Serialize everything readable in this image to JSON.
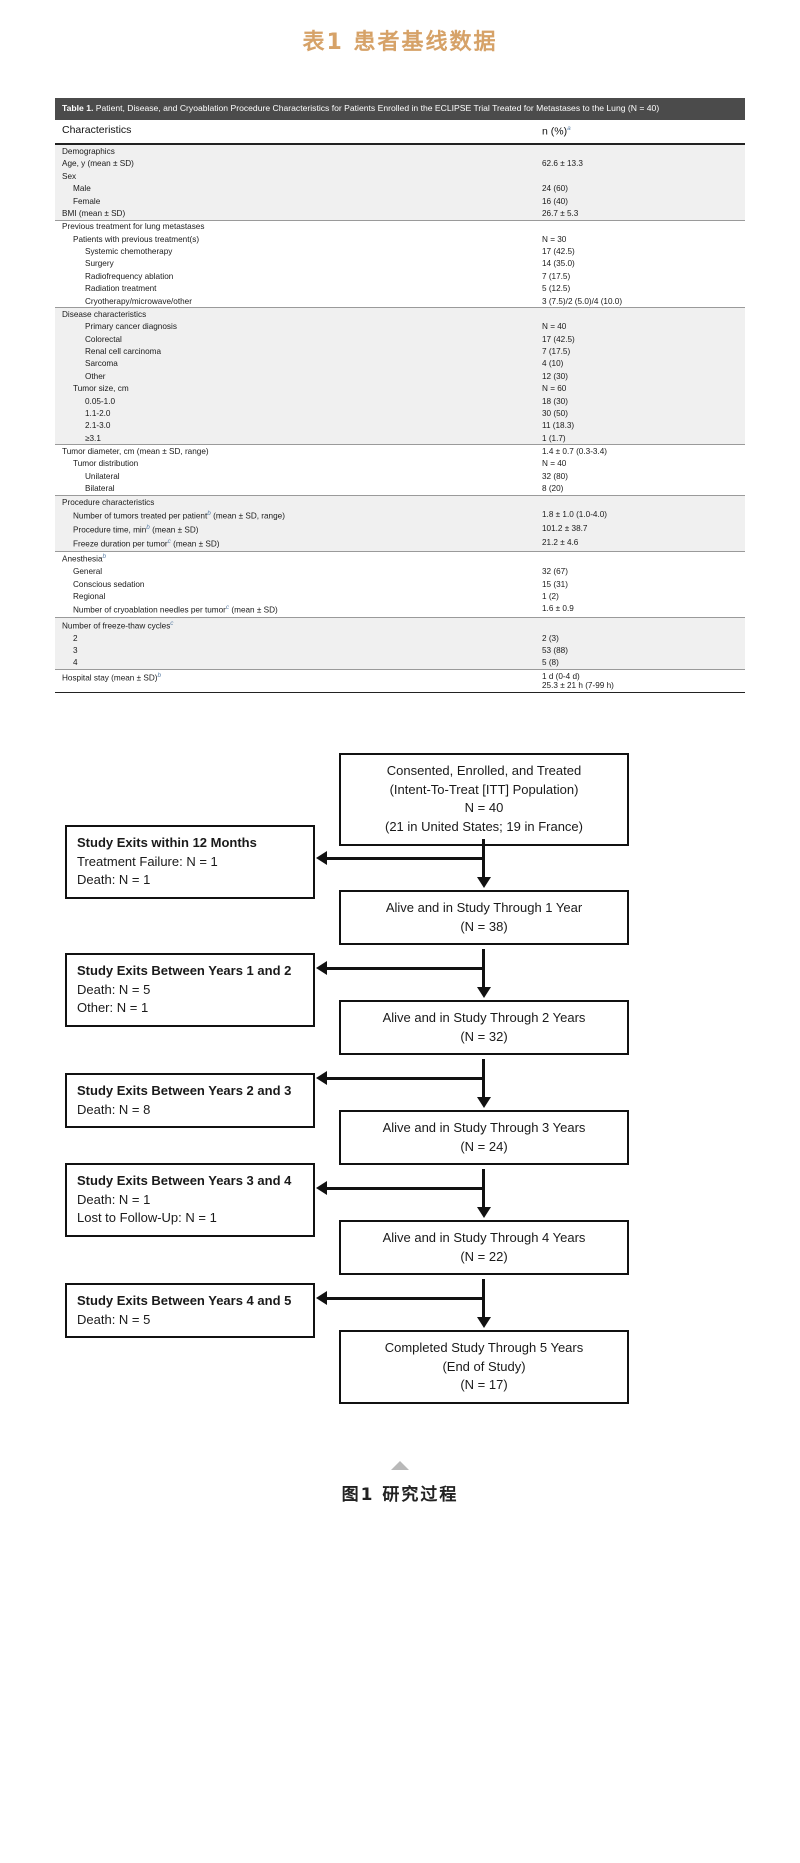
{
  "headings": {
    "table_title_cn": "表1  患者基线数据",
    "figure_caption_cn": "图1  研究过程"
  },
  "table": {
    "caption_label": "Table 1.",
    "caption_text": " Patient, Disease, and Cryoablation Procedure Characteristics for Patients Enrolled in the ECLIPSE Trial Treated for Metastases to the Lung (N = 40)",
    "columns": [
      "Characteristics",
      "n (%)"
    ],
    "col2_footnote": "a",
    "rows": [
      {
        "label": "Demographics",
        "value": "",
        "indent": 0,
        "shade": true,
        "rule": true
      },
      {
        "label": "Age, y (mean ± SD)",
        "value": "62.6 ± 13.3",
        "indent": 0,
        "shade": true
      },
      {
        "label": "Sex",
        "value": "",
        "indent": 0,
        "shade": true
      },
      {
        "label": "Male",
        "value": "24 (60)",
        "indent": 1,
        "shade": true
      },
      {
        "label": "Female",
        "value": "16 (40)",
        "indent": 1,
        "shade": true
      },
      {
        "label": "BMI (mean ± SD)",
        "value": "26.7 ± 5.3",
        "indent": 0,
        "shade": true
      },
      {
        "label": "Previous treatment for lung metastases",
        "value": "",
        "indent": 0,
        "shade": false,
        "rule": true
      },
      {
        "label": "Patients with previous treatment(s)",
        "value": "N = 30",
        "indent": 1,
        "shade": false
      },
      {
        "label": "Systemic chemotherapy",
        "value": "17 (42.5)",
        "indent": 2,
        "shade": false
      },
      {
        "label": "Surgery",
        "value": "14 (35.0)",
        "indent": 2,
        "shade": false
      },
      {
        "label": "Radiofrequency ablation",
        "value": "7 (17.5)",
        "indent": 2,
        "shade": false
      },
      {
        "label": "Radiation treatment",
        "value": "5 (12.5)",
        "indent": 2,
        "shade": false
      },
      {
        "label": "Cryotherapy/microwave/other",
        "value": "3 (7.5)/2 (5.0)/4 (10.0)",
        "indent": 2,
        "shade": false
      },
      {
        "label": "Disease characteristics",
        "value": "",
        "indent": 0,
        "shade": true,
        "rule": true
      },
      {
        "label": "Primary cancer diagnosis",
        "value": "N = 40",
        "indent": 2,
        "shade": true
      },
      {
        "label": "Colorectal",
        "value": "17 (42.5)",
        "indent": 2,
        "shade": true
      },
      {
        "label": "Renal cell carcinoma",
        "value": "7 (17.5)",
        "indent": 2,
        "shade": true
      },
      {
        "label": "Sarcoma",
        "value": "4 (10)",
        "indent": 2,
        "shade": true
      },
      {
        "label": "Other",
        "value": "12 (30)",
        "indent": 2,
        "shade": true
      },
      {
        "label": "Tumor size, cm",
        "value": "N = 60",
        "indent": 1,
        "shade": true
      },
      {
        "label": "0.05-1.0",
        "value": "18 (30)",
        "indent": 2,
        "shade": true
      },
      {
        "label": "1.1-2.0",
        "value": "30 (50)",
        "indent": 2,
        "shade": true
      },
      {
        "label": "2.1-3.0",
        "value": "11 (18.3)",
        "indent": 2,
        "shade": true
      },
      {
        "label": "≥3.1",
        "value": "1 (1.7)",
        "indent": 2,
        "shade": true
      },
      {
        "label": "Tumor diameter, cm (mean ± SD, range)",
        "value": "1.4 ± 0.7 (0.3-3.4)",
        "indent": 0,
        "shade": false,
        "rule": true
      },
      {
        "label": "Tumor distribution",
        "value": "N = 40",
        "indent": 1,
        "shade": false
      },
      {
        "label": "Unilateral",
        "value": "32 (80)",
        "indent": 2,
        "shade": false
      },
      {
        "label": "Bilateral",
        "value": "8 (20)",
        "indent": 2,
        "shade": false
      },
      {
        "label": "Procedure characteristics",
        "value": "",
        "indent": 0,
        "shade": true,
        "rule": true
      },
      {
        "label": "Number of tumors treated per patient",
        "footnote": "b",
        "suffix": " (mean ± SD, range)",
        "value": "1.8 ± 1.0 (1.0-4.0)",
        "indent": 1,
        "shade": true
      },
      {
        "label": "Procedure time, min",
        "footnote": "b",
        "suffix": " (mean ± SD)",
        "value": "101.2 ± 38.7",
        "indent": 1,
        "shade": true
      },
      {
        "label": "Freeze duration per tumor",
        "footnote": "c",
        "suffix": " (mean ± SD)",
        "value": "21.2 ± 4.6",
        "indent": 1,
        "shade": true
      },
      {
        "label": "Anesthesia",
        "footnote": "b",
        "value": "",
        "indent": 0,
        "shade": false,
        "rule": true
      },
      {
        "label": "General",
        "value": "32 (67)",
        "indent": 1,
        "shade": false
      },
      {
        "label": "Conscious sedation",
        "value": "15 (31)",
        "indent": 1,
        "shade": false
      },
      {
        "label": "Regional",
        "value": "1 (2)",
        "indent": 1,
        "shade": false
      },
      {
        "label": "Number of cryoablation needles per tumor",
        "footnote": "c",
        "suffix": " (mean ± SD)",
        "value": "1.6 ± 0.9",
        "indent": 1,
        "shade": false
      },
      {
        "label": "Number of freeze-thaw cycles",
        "footnote": "c",
        "value": "",
        "indent": 0,
        "shade": true,
        "rule": true
      },
      {
        "label": "2",
        "value": "2 (3)",
        "indent": 1,
        "shade": true
      },
      {
        "label": "3",
        "value": "53 (88)",
        "indent": 1,
        "shade": true
      },
      {
        "label": "4",
        "value": "5 (8)",
        "indent": 1,
        "shade": true
      },
      {
        "label": "Hospital stay (mean ± SD)",
        "footnote": "b",
        "value": "1 d (0-4 d)",
        "value2": "25.3 ± 21 h (7-99 h)",
        "indent": 0,
        "shade": false,
        "rule": true,
        "last": true
      }
    ]
  },
  "flowchart": {
    "type": "flowchart",
    "main_nodes": [
      {
        "id": "enrolled",
        "lines": [
          "Consented, Enrolled, and Treated",
          "(Intent-To-Treat [ITT] Population)",
          "N = 40",
          "(21 in United States; 19 in France)"
        ]
      },
      {
        "id": "year1",
        "lines": [
          "Alive and in Study Through 1 Year",
          "(N = 38)"
        ]
      },
      {
        "id": "year2",
        "lines": [
          "Alive and in Study Through 2 Years",
          "(N = 32)"
        ]
      },
      {
        "id": "year3",
        "lines": [
          "Alive and in Study Through 3 Years",
          "(N = 24)"
        ]
      },
      {
        "id": "year4",
        "lines": [
          "Alive and in Study Through 4 Years",
          "(N = 22)"
        ]
      },
      {
        "id": "year5",
        "lines": [
          "Completed Study Through 5 Years",
          "(End of Study)",
          "(N = 17)"
        ]
      }
    ],
    "exit_nodes": [
      {
        "id": "exit12mo",
        "title": "Study Exits within 12 Months",
        "lines": [
          "Treatment Failure: N = 1",
          "Death: N = 1"
        ]
      },
      {
        "id": "exit1to2",
        "title": "Study Exits Between Years 1 and 2",
        "lines": [
          "Death: N = 5",
          "Other: N = 1"
        ]
      },
      {
        "id": "exit2to3",
        "title": "Study Exits Between Years 2 and 3",
        "lines": [
          "Death: N = 8"
        ]
      },
      {
        "id": "exit3to4",
        "title": "Study Exits Between Years 3 and 4",
        "lines": [
          "Death: N = 1",
          "Lost to Follow-Up: N = 1"
        ]
      },
      {
        "id": "exit4to5",
        "title": "Study Exits Between Years 4 and 5",
        "lines": [
          "Death: N = 5"
        ]
      }
    ]
  },
  "colors": {
    "accent": "#d6a268",
    "caption_bar": "#4b4b4b",
    "shade_row": "#f0f0f0",
    "rule": "#222222"
  }
}
